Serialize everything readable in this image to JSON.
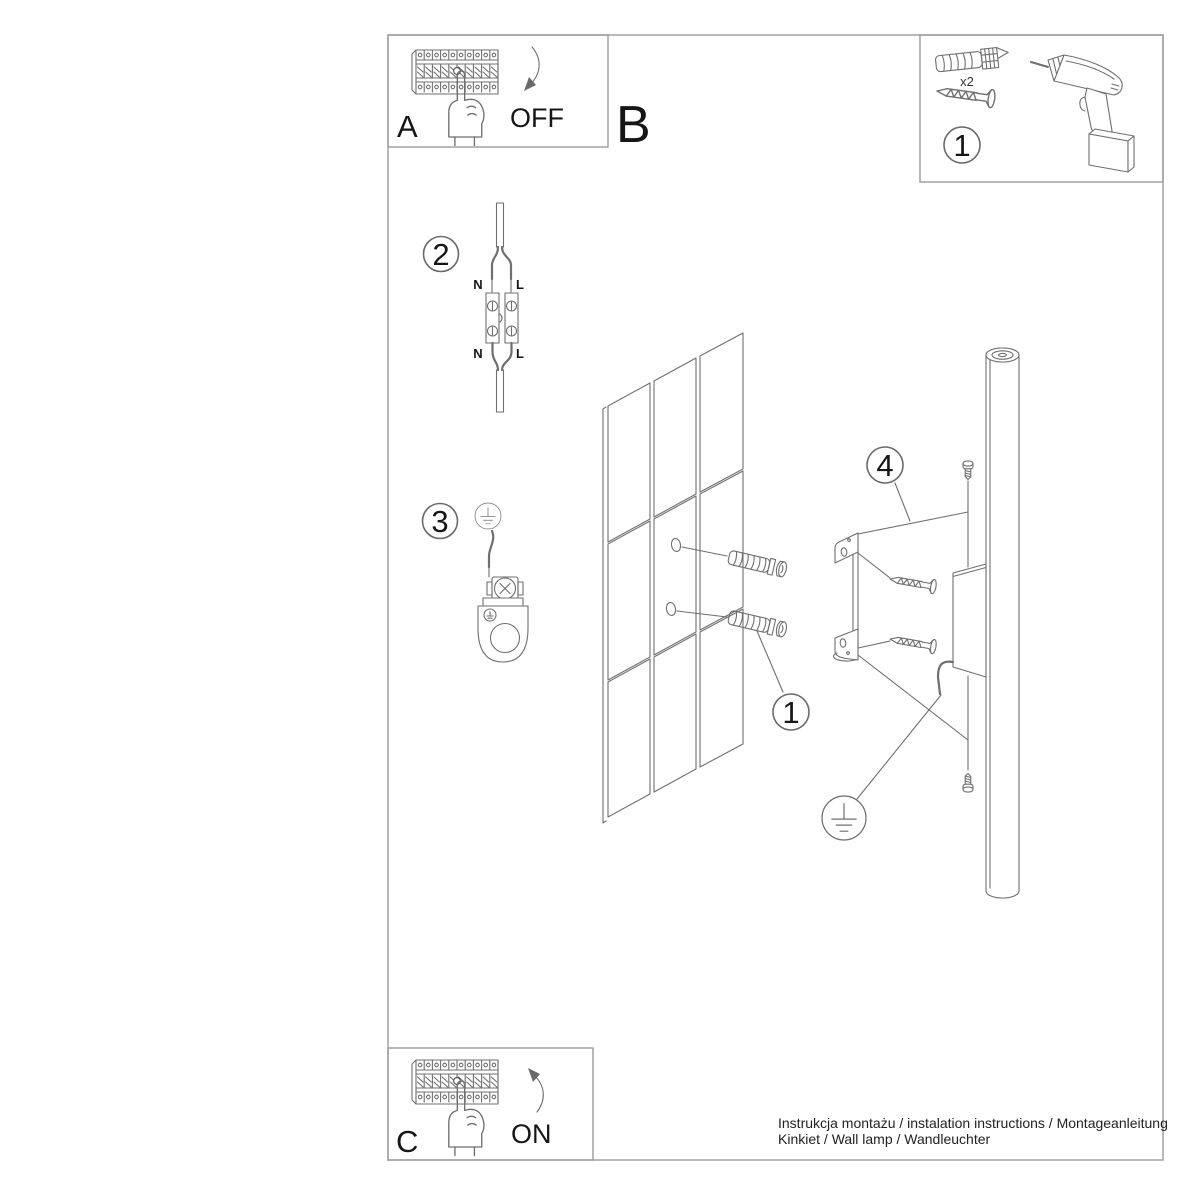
{
  "colors": {
    "border": "#9b9b9b",
    "line": "#6f6f6f",
    "text": "#161616"
  },
  "panel_a": {
    "label": "A",
    "state": "OFF"
  },
  "section_b": {
    "label": "B"
  },
  "parts_panel": {
    "number": "1",
    "dowel_quantity": "x2"
  },
  "step_2": {
    "number": "2",
    "terminals": {
      "top_left": "N",
      "top_right": "L",
      "bottom_left": "N",
      "bottom_right": "L"
    }
  },
  "step_3": {
    "number": "3"
  },
  "assembly": {
    "bracket_callout": "4",
    "plug_callout": "1"
  },
  "panel_c": {
    "label": "C",
    "state": "ON"
  },
  "footer": {
    "line1": "Instrukcja montażu / instalation instructions / Montageanleitung",
    "line2": "Kinkiet / Wall lamp / Wandleuchter"
  }
}
